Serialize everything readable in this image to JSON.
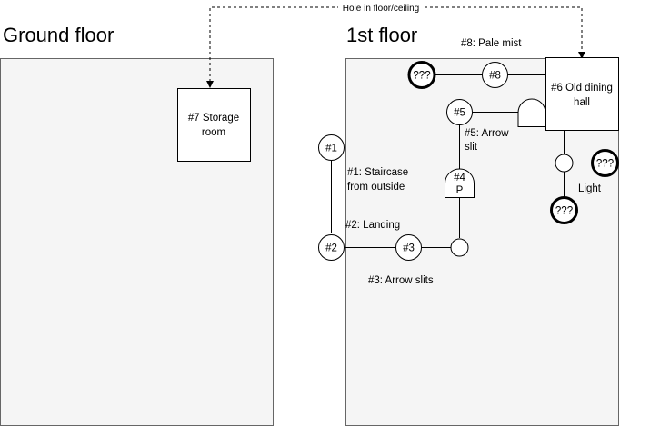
{
  "floors": {
    "ground": {
      "title": "Ground floor"
    },
    "first": {
      "title": "1st floor"
    }
  },
  "connector": {
    "label": "Hole in floor/ceiling"
  },
  "rooms": {
    "storage": {
      "line1": "#7 Storage",
      "line2": "room"
    },
    "dining": {
      "line1": "#6 Old dining",
      "line2": "hall"
    }
  },
  "nodes": {
    "n1": "#1",
    "n2": "#2",
    "n3": "#3",
    "n4a": "#4",
    "n4b": "P",
    "n5": "#5",
    "n8": "#8",
    "unknown_left": "???",
    "unknown_right": "???",
    "unknown_bottom": "???"
  },
  "labels": {
    "pale_mist": "#8: Pale mist",
    "arrow_slit_1": "#5: Arrow",
    "arrow_slit_2": "slit",
    "staircase_1": "#1: Staircase",
    "staircase_2": "from outside",
    "landing": "#2: Landing",
    "arrow_slits": "#3: Arrow slits",
    "light": "Light"
  }
}
